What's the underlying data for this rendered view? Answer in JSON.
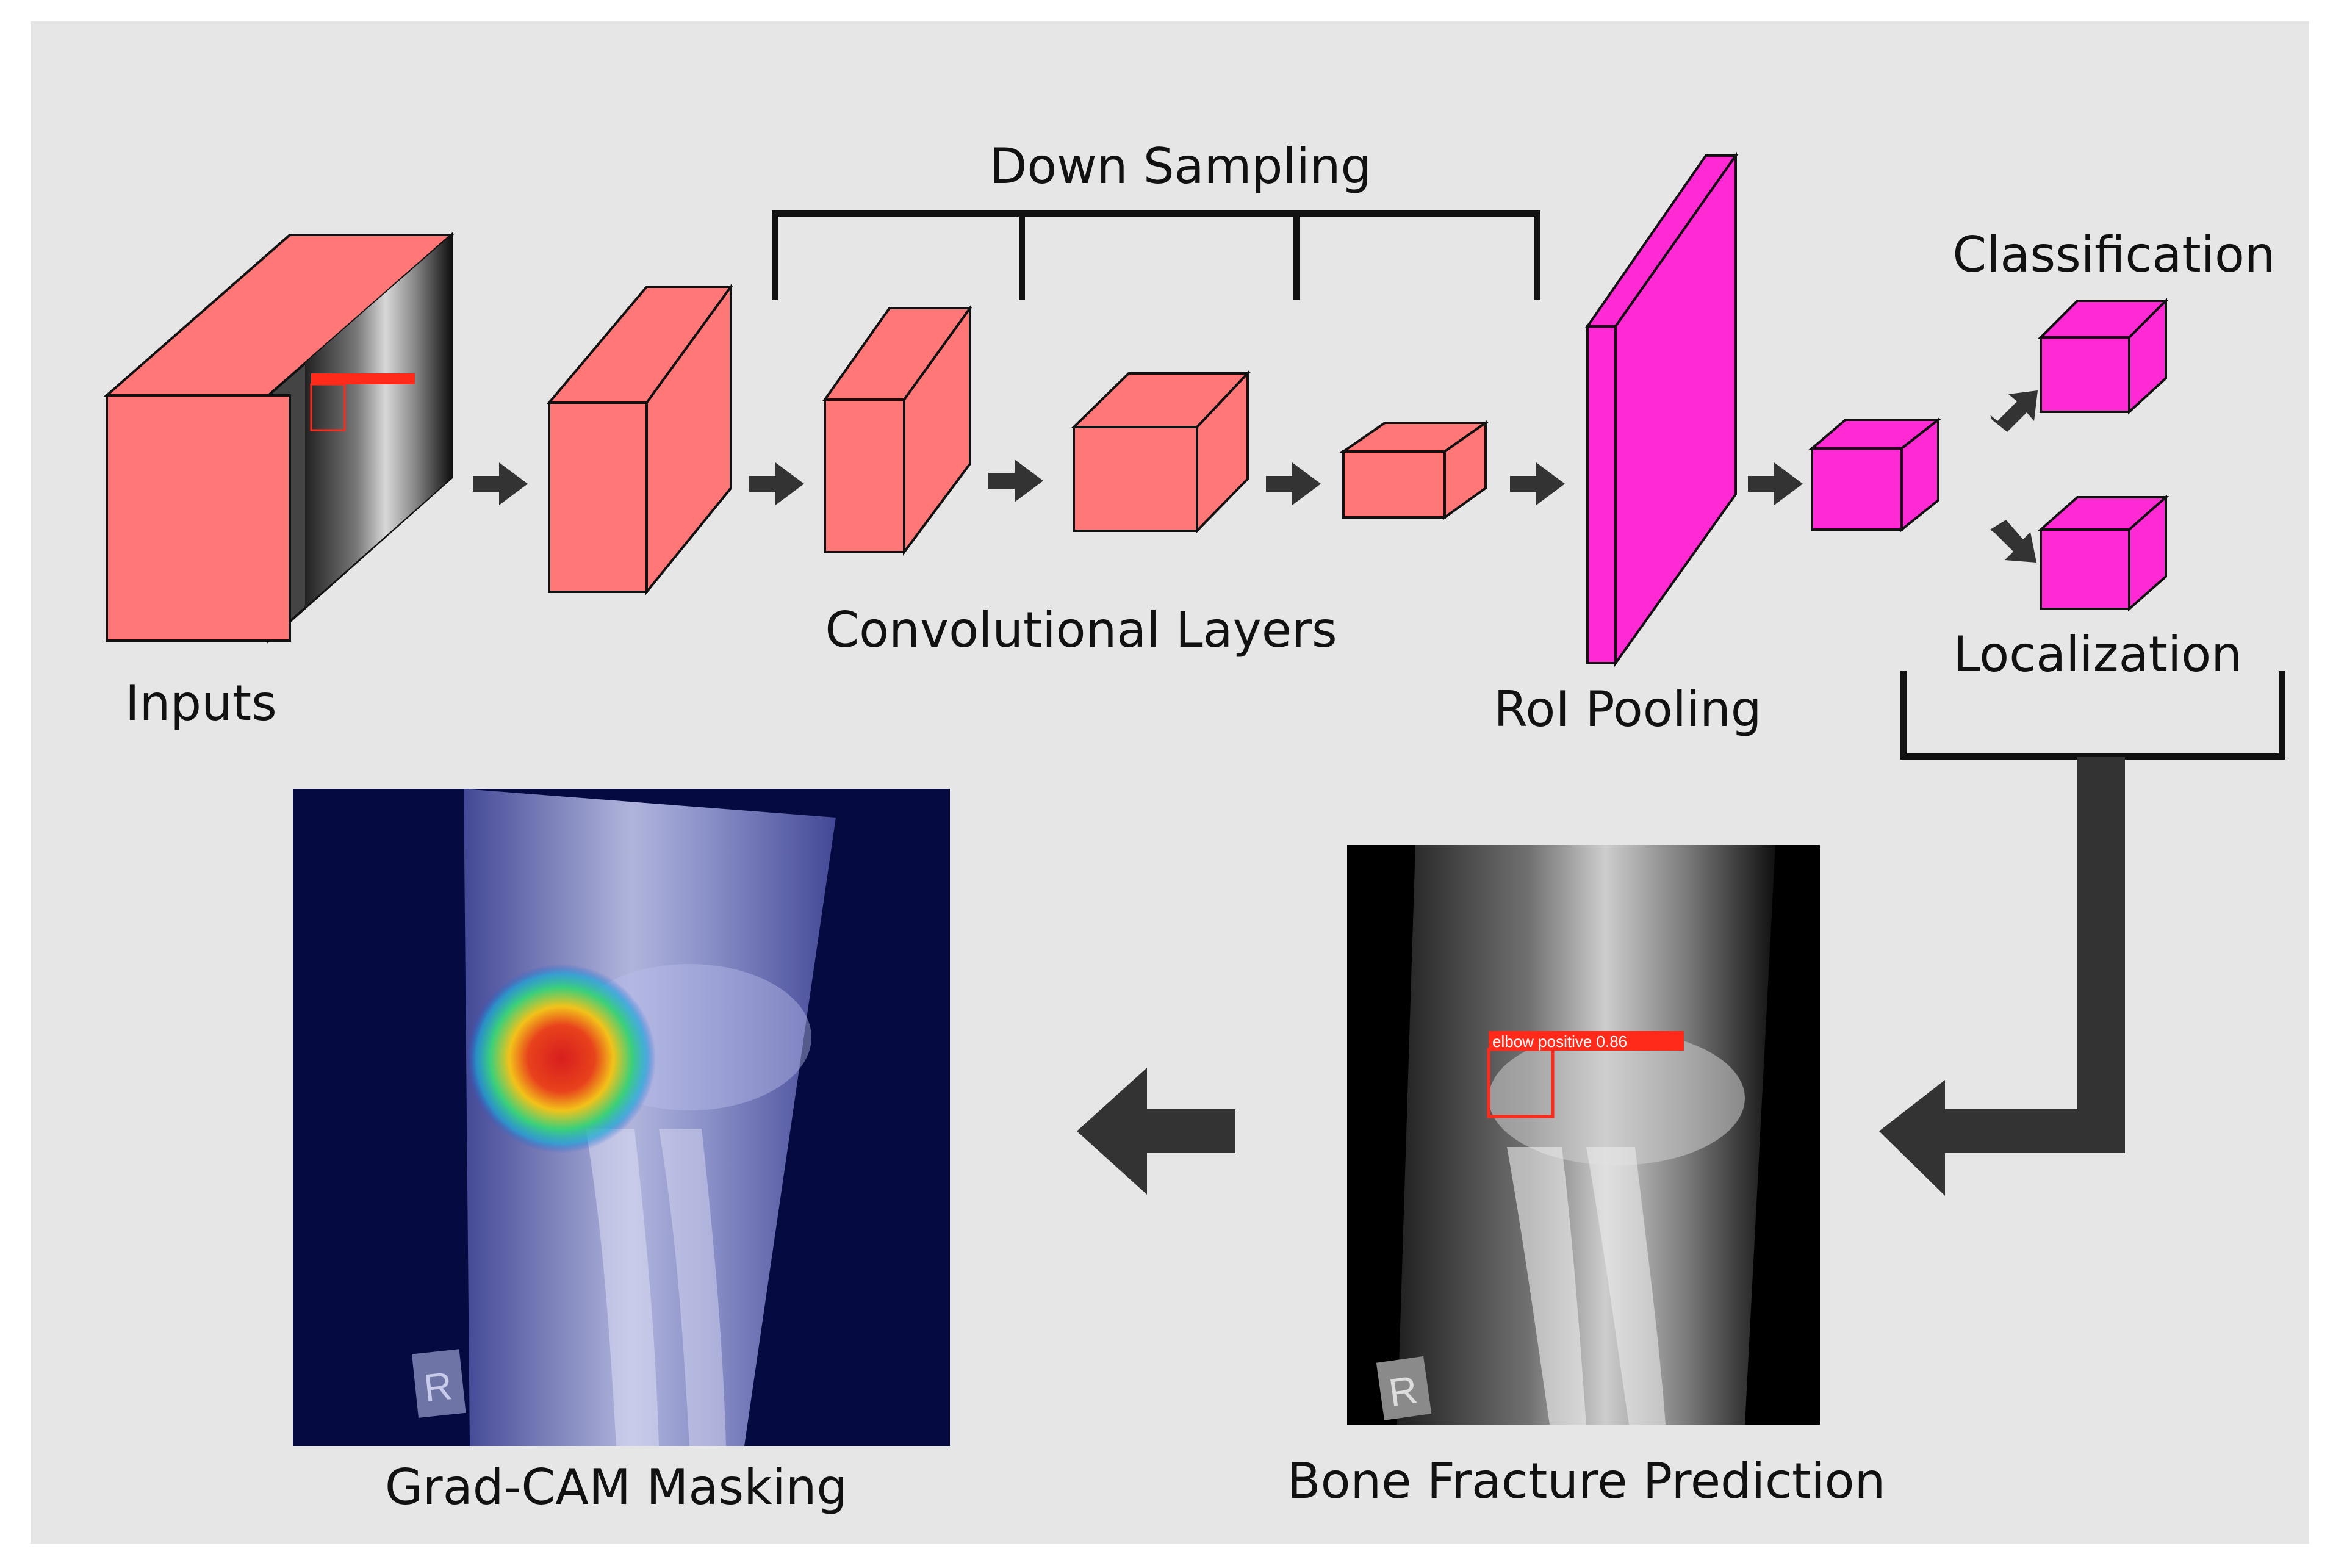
{
  "labels": {
    "inputs": "Inputs",
    "down_sampling": "Down Sampling",
    "conv_layers": "Convolutional Layers",
    "roi_pooling": "RoI Pooling",
    "classification": "Classification",
    "localization": "Localization",
    "bone_fracture_prediction": "Bone Fracture Prediction",
    "gradcam_masking": "Grad-CAM Masking"
  },
  "detection": {
    "tag": "elbow positive 0.86",
    "marker": "R"
  },
  "colors": {
    "background": "#e6e6e6",
    "conv_block": "#ff7777",
    "roi_block": "#ff2ad4",
    "arrow": "#333333",
    "bracket": "#111111",
    "xray_dark": "#000000",
    "gradcam_bg": "#050a40",
    "detection_box": "#ff2a1a"
  }
}
